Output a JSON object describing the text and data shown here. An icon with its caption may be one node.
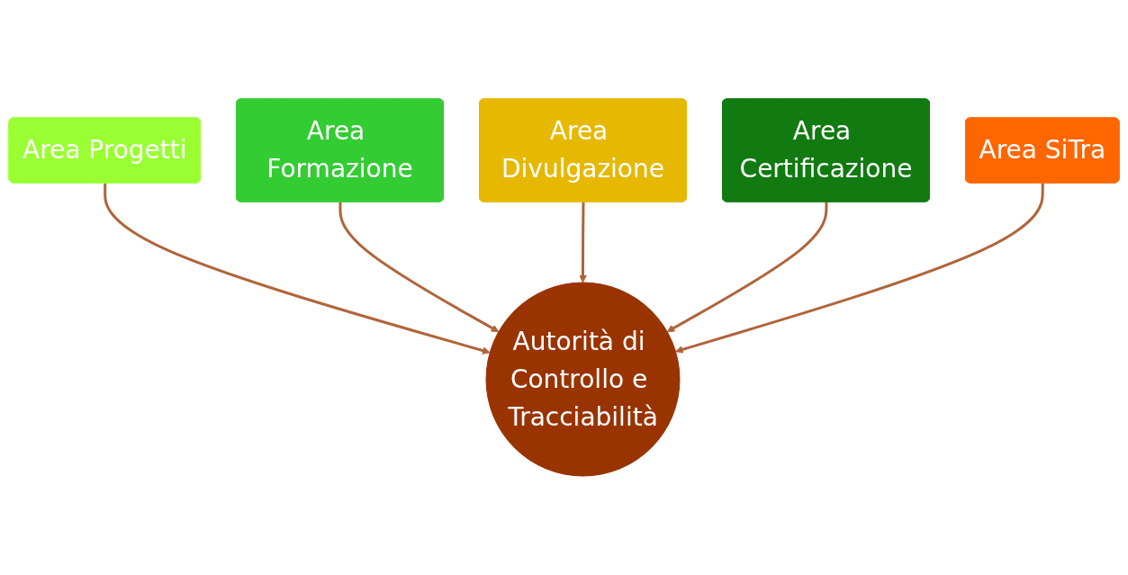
{
  "diagram": {
    "nodes": [
      {
        "text": [
          "Area Progetti"
        ]
      },
      {
        "text": [
          "Area Formazione"
        ]
      },
      {
        "text": [
          "Area Divulgazione"
        ]
      },
      {
        "text": [
          "Area Certificazione"
        ]
      },
      {
        "text": [
          "Autorità di Controllo e Tracciabilità"
        ]
      },
      {
        "text": [
          "Area SiTra"
        ]
      }
    ],
    "edges": [
      {
        "from": 0,
        "to": 4,
        "arrow": "to"
      },
      {
        "from": 1,
        "to": 4,
        "arrow": "to"
      },
      {
        "from": 2,
        "to": 4,
        "arrow": "to"
      },
      {
        "from": 3,
        "to": 4,
        "arrow": "to"
      },
      {
        "from": 5,
        "to": 4,
        "arrow": "to"
      }
    ]
  }
}
